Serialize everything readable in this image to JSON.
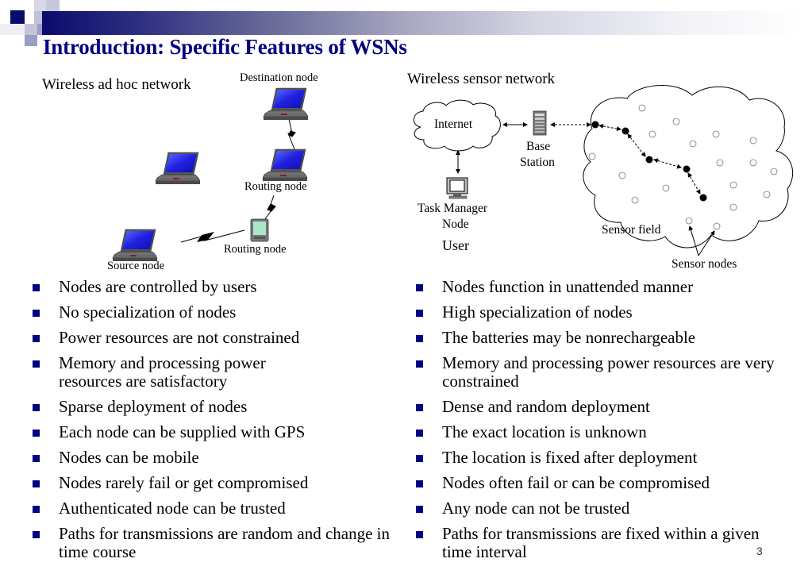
{
  "slide": {
    "title": "Introduction: Specific Features of WSNs",
    "page_number": "3",
    "colors": {
      "title": "#000080",
      "bullet": "#000080",
      "laptop_screen": "#2020e0",
      "pda_screen": "#a8e8c8"
    }
  },
  "adhoc_diagram": {
    "heading": "Wireless ad hoc network",
    "labels": {
      "destination": "Destination node",
      "routing_laptop": "Routing node",
      "routing_pda": "Routing node",
      "source": "Source node"
    }
  },
  "wsn_diagram": {
    "heading": "Wireless sensor network",
    "labels": {
      "internet": "Internet",
      "base_station_line1": "Base",
      "base_station_line2": "Station",
      "task_manager_line1": "Task Manager",
      "task_manager_line2": "Node",
      "user": "User",
      "sensor_field": "Sensor field",
      "sensor_nodes": "Sensor nodes"
    }
  },
  "left_column": {
    "items": [
      "Nodes are controlled by users",
      "No specialization of nodes",
      "Power resources are not constrained",
      "Memory and processing power resources are satisfactory",
      "Sparse deployment of nodes",
      "Each node can be supplied with GPS",
      "Nodes can be mobile",
      "Nodes rarely fail or get compromised",
      "Authenticated node can be trusted",
      "Paths for transmissions are random and change in time course"
    ]
  },
  "right_column": {
    "items": [
      "Nodes function in unattended manner",
      "High specialization of nodes",
      "The batteries may be nonrechargeable",
      "Memory and processing power resources are very constrained",
      "Dense and random deployment",
      "The exact location is unknown",
      "The location is fixed after deployment",
      "Nodes often fail or can be compromised",
      "Any node can not be trusted",
      "Paths for transmissions are fixed within a given time interval"
    ]
  }
}
